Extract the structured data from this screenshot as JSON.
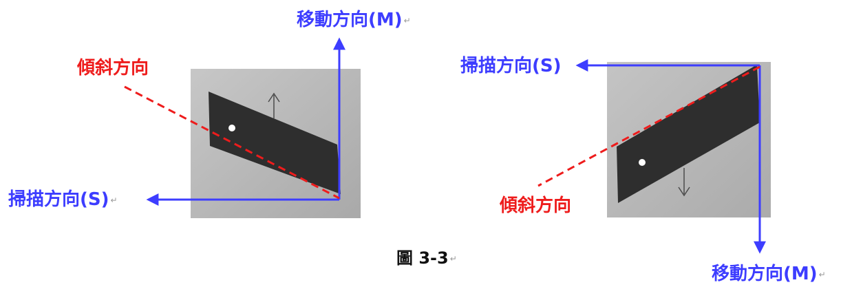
{
  "left_figure": {
    "move_label": "移動方向(M)",
    "scan_label": "掃描方向(S)",
    "tilt_label": "傾斜方向"
  },
  "right_figure": {
    "move_label": "移動方向(M)",
    "scan_label": "掃描方向(S)",
    "tilt_label": "傾斜方向"
  },
  "caption": "圖 3-3",
  "return_mark": "↵",
  "colors": {
    "direction_arrow": "#3d3dff",
    "tilt_line": "#ee1c1c",
    "photo_background": "#b9b9b9",
    "strip": "#2e2e2e"
  }
}
